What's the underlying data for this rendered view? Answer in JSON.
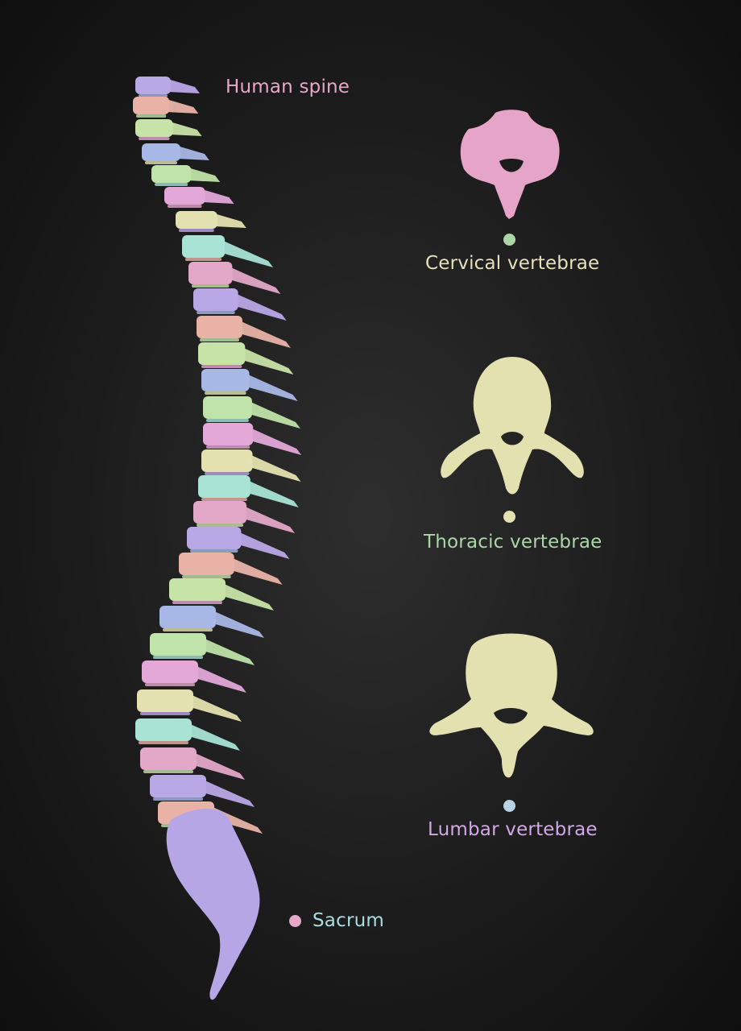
{
  "title": "Human spine",
  "labels": {
    "cervical": "Cervical vertebrae",
    "thoracic": "Thoracic vertebrae",
    "lumbar": "Lumbar vertebrae",
    "sacrum": "Sacrum"
  },
  "colors": {
    "background": "#1c1c1c",
    "title": "#e7a8c8",
    "cervical_label": "#e6e0bc",
    "thoracic_label": "#a9d8a6",
    "lumbar_label": "#d2a8e6",
    "sacrum_label": "#a9dce0",
    "cervical_bone": "#e6a5c8",
    "thoracic_bone": "#e4e1b0",
    "lumbar_bone": "#e4e1b0",
    "sacrum_bone": "#b7a6e6",
    "dot_cervical": "#a9d8a6",
    "dot_thoracic": "#e4e1b0",
    "dot_lumbar": "#b7d3e6",
    "dot_sacrum": "#e7a8c8",
    "vertebra_palette": [
      "#b9a8e6",
      "#e8b3a6",
      "#c8e3a8",
      "#a8b8e6",
      "#bfe3a8",
      "#e3a8d8",
      "#e4e1b0",
      "#a8e3d6",
      "#e3a8c8"
    ]
  }
}
